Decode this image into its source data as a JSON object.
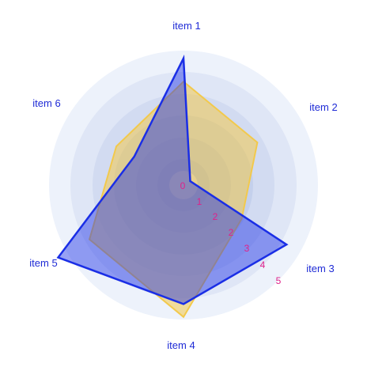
{
  "chart_data": {
    "type": "radar",
    "categories": [
      "item 1",
      "item 2",
      "item 3",
      "item 4",
      "item 5",
      "item 6"
    ],
    "r_ticks": [
      "0",
      "1",
      "2",
      "2",
      "3",
      "4",
      "5"
    ],
    "rmax": 5.2,
    "series": [
      {
        "values": [
          4.0,
          3.3,
          2.6,
          5.1,
          4.2,
          3.0
        ],
        "color": "#f2c94c"
      },
      {
        "values": [
          4.9,
          0.3,
          4.6,
          4.6,
          5.6,
          2.2
        ],
        "color": "#1a2ee6"
      }
    ],
    "ring_colors": [
      "#edf2fb",
      "#dfe6f6",
      "#d2dbf1",
      "#c4d0ec",
      "#b6c5e7",
      "#a9bae2"
    ],
    "center_color": "#d7d9e2"
  }
}
